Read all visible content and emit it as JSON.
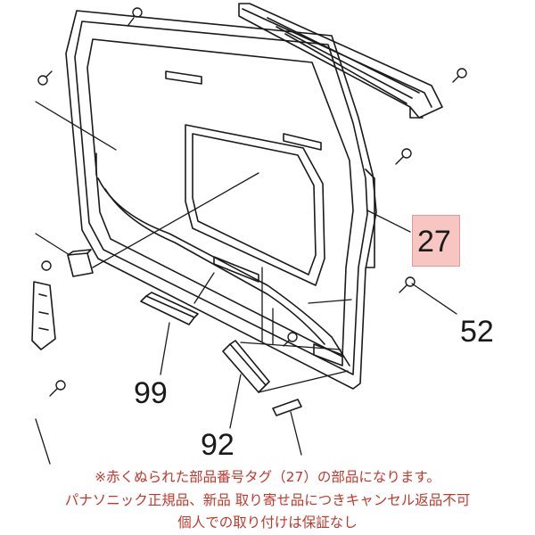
{
  "labels": {
    "part_27": "27",
    "part_52": "52",
    "part_99": "99",
    "part_92": "92"
  },
  "notes": [
    "※赤くぬられた部品番号タグ（27）の部品になります。",
    "パナソニック正規品、新品 取り寄せ品につきキャンセル返品不可",
    "個人での取り付けは保証なし"
  ],
  "colors": {
    "highlight_fill": "#f7c6c3",
    "note_text": "#c0392b",
    "line_art": "#1a1a1a"
  }
}
